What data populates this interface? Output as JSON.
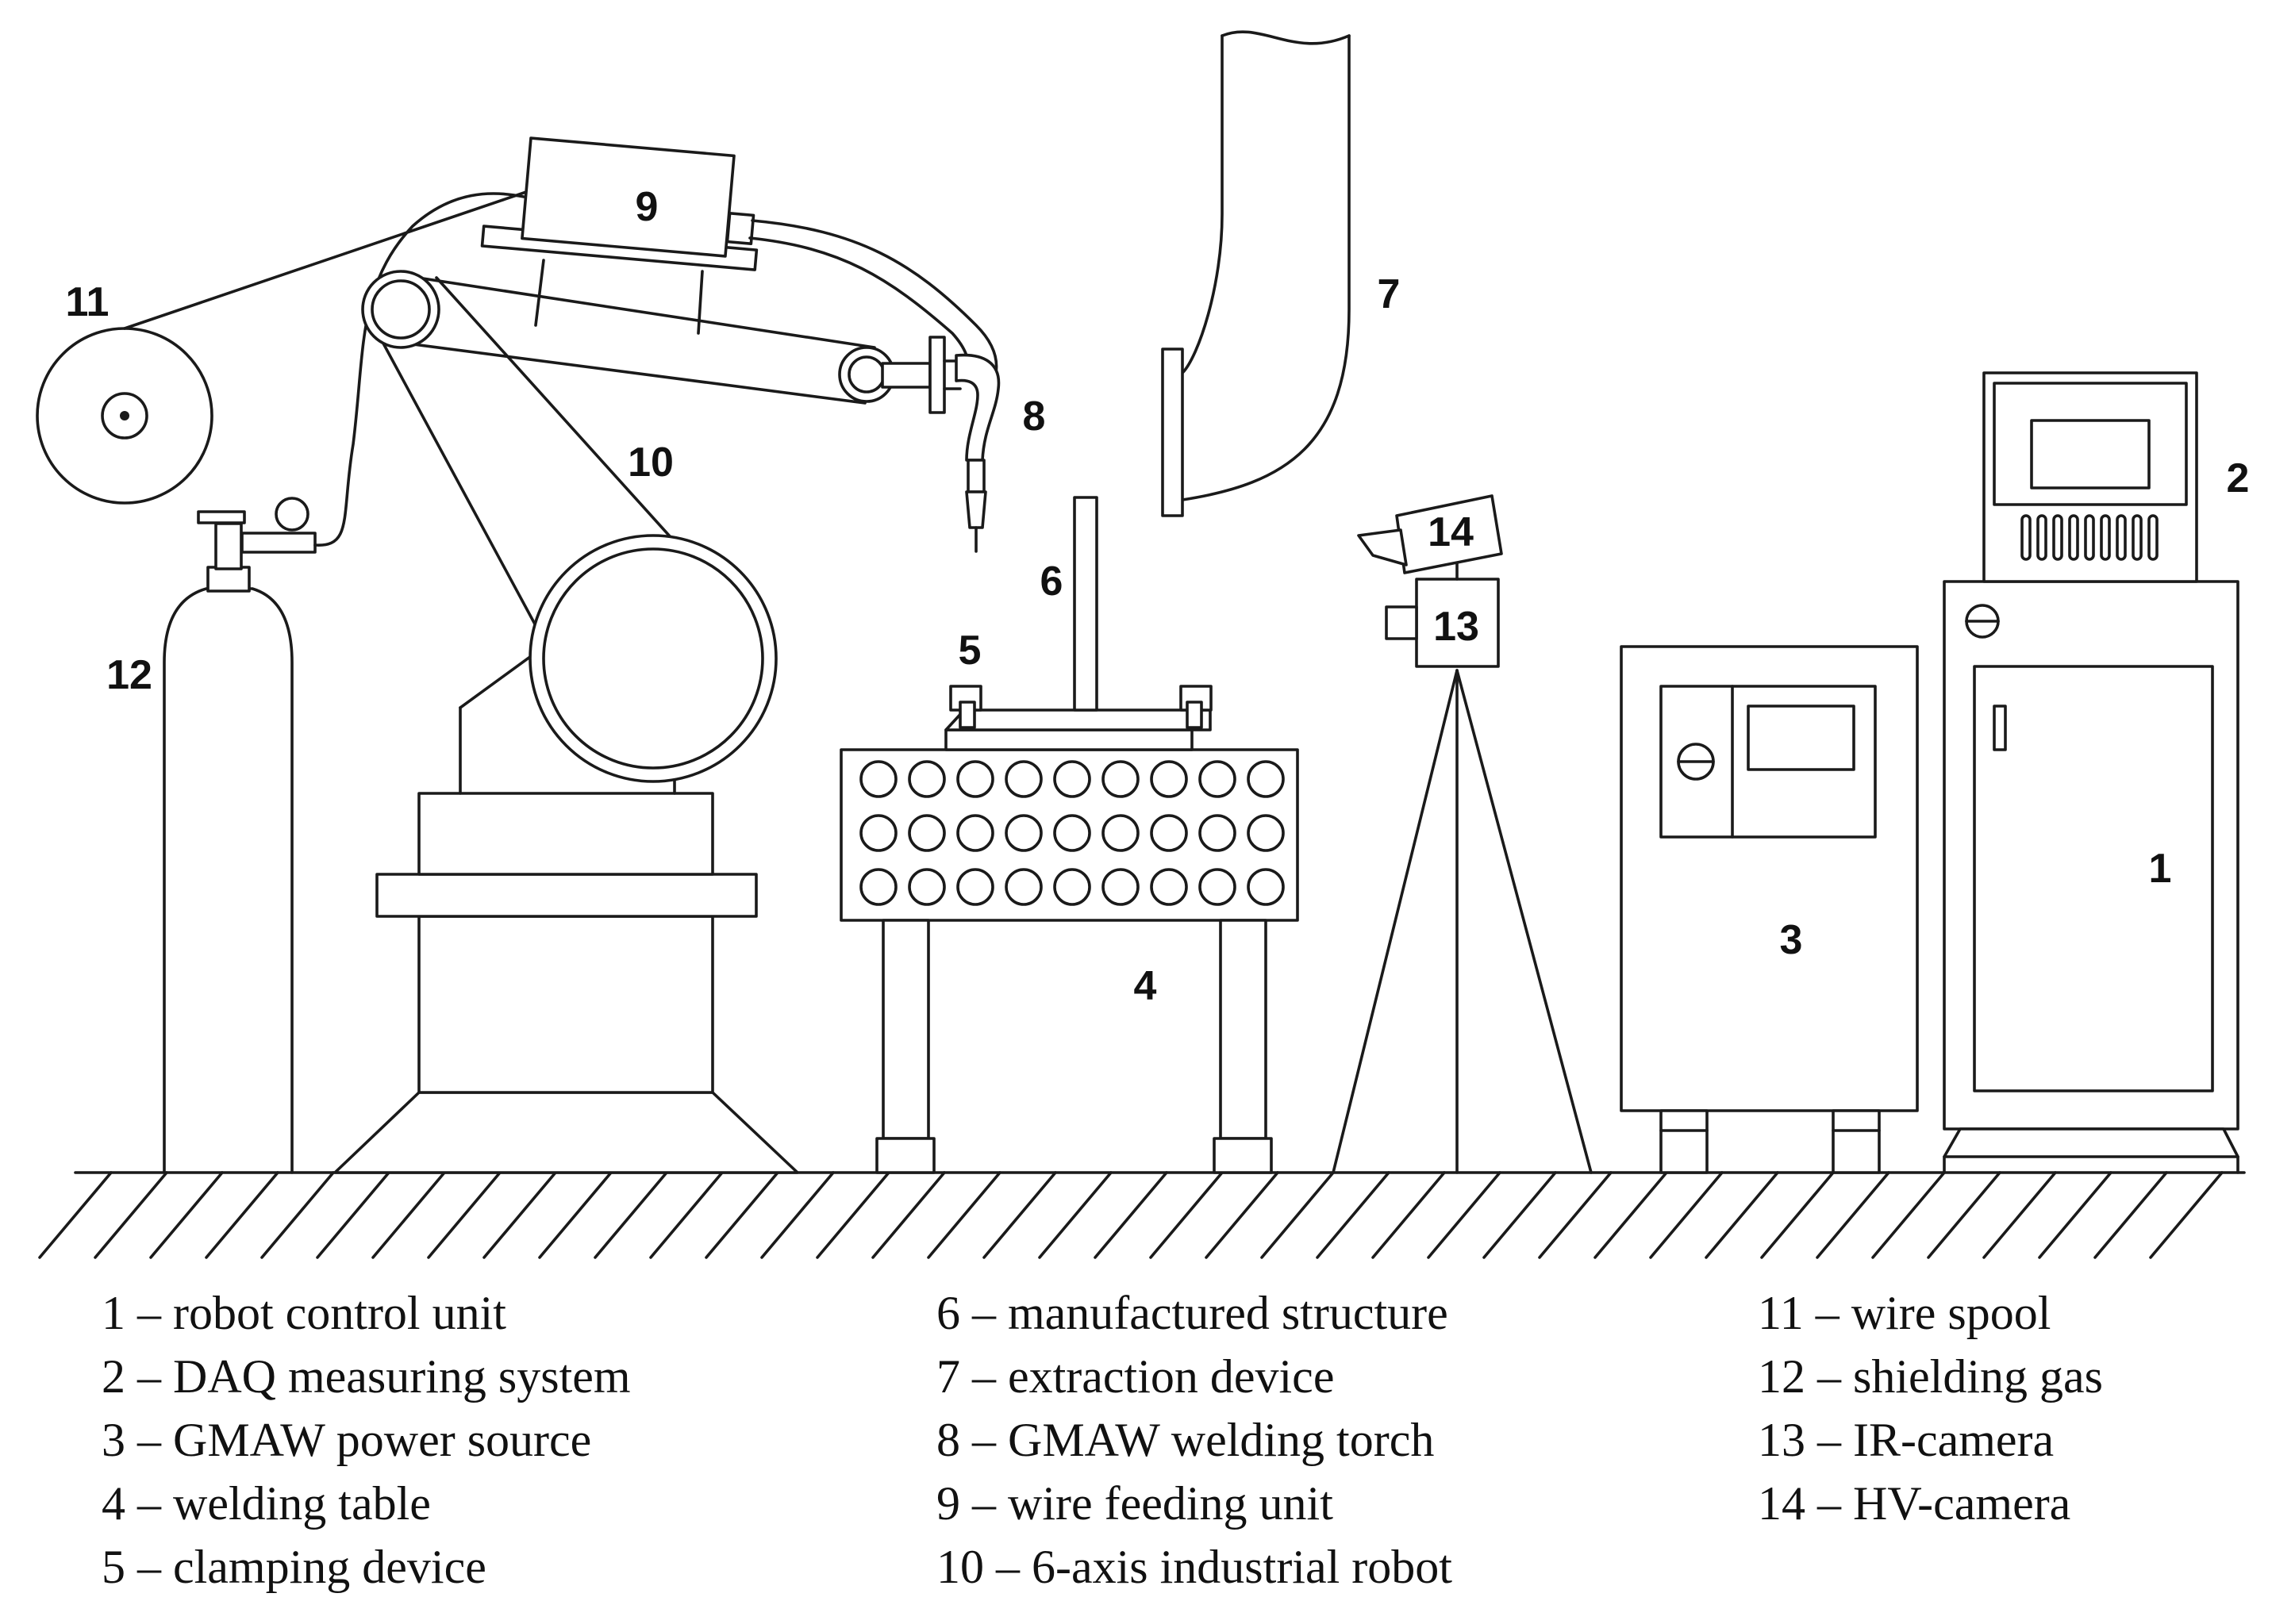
{
  "callouts": {
    "c1": "1",
    "c2": "2",
    "c3": "3",
    "c4": "4",
    "c5": "5",
    "c6": "6",
    "c7": "7",
    "c8": "8",
    "c9": "9",
    "c10": "10",
    "c11": "11",
    "c12": "12",
    "c13": "13",
    "c14": "14"
  },
  "legend": {
    "col1": [
      "1 – robot control unit",
      "2 – DAQ measuring system",
      "3 – GMAW power source",
      "4 – welding table",
      "5 – clamping device"
    ],
    "col2": [
      "6 – manufactured structure",
      "7 – extraction device",
      "8 – GMAW welding torch",
      "9 – wire feeding unit",
      "10 – 6-axis industrial robot"
    ],
    "col3": [
      "11 – wire spool",
      "12 – shielding gas",
      "13 – IR-camera",
      "14 – HV-camera"
    ]
  }
}
